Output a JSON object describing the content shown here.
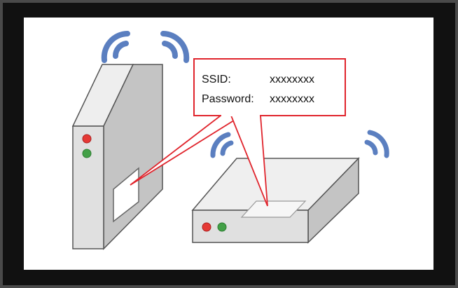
{
  "callout": {
    "ssid_label": "SSID:",
    "ssid_value": "xxxxxxxx",
    "password_label": "Password:",
    "password_value": "xxxxxxxx"
  },
  "colors": {
    "device_face": "#e0e0e0",
    "device_side": "#bdbdbd",
    "device_top": "#eeeeee",
    "wifi_wave": "#5b7fc0",
    "callout_border": "#e0242c",
    "led_red": "#e53935",
    "led_green": "#43a047"
  },
  "icons": [
    "wifi-waves-icon",
    "status-led-icon",
    "label-sticker-icon",
    "speech-callout-icon"
  ]
}
